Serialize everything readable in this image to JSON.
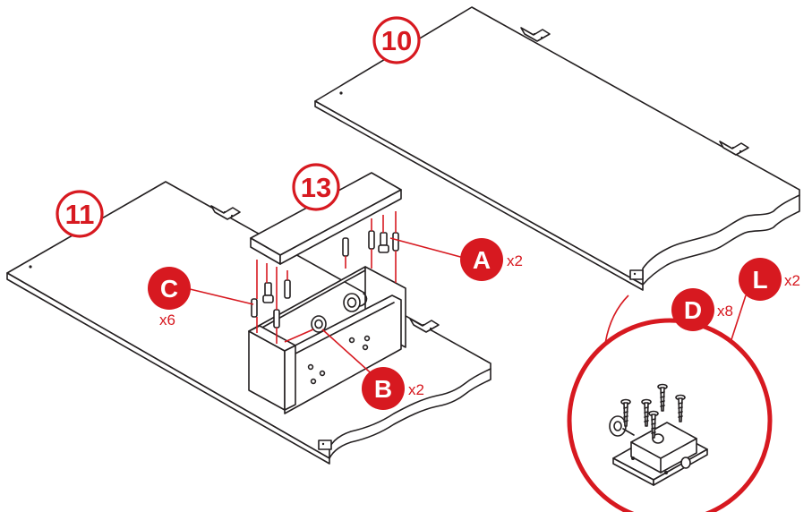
{
  "colors": {
    "accent": "#d71920",
    "line": "#231f20",
    "background": "#ffffff"
  },
  "panels": [
    {
      "id": "10",
      "label": "10"
    },
    {
      "id": "11",
      "label": "11"
    },
    {
      "id": "13",
      "label": "13"
    }
  ],
  "parts": [
    {
      "id": "A",
      "letter": "A",
      "qty": "x2"
    },
    {
      "id": "B",
      "letter": "B",
      "qty": "x2"
    },
    {
      "id": "C",
      "letter": "C",
      "qty": "x6"
    },
    {
      "id": "D",
      "letter": "D",
      "qty": "x8"
    },
    {
      "id": "L",
      "letter": "L",
      "qty": "x2"
    }
  ]
}
